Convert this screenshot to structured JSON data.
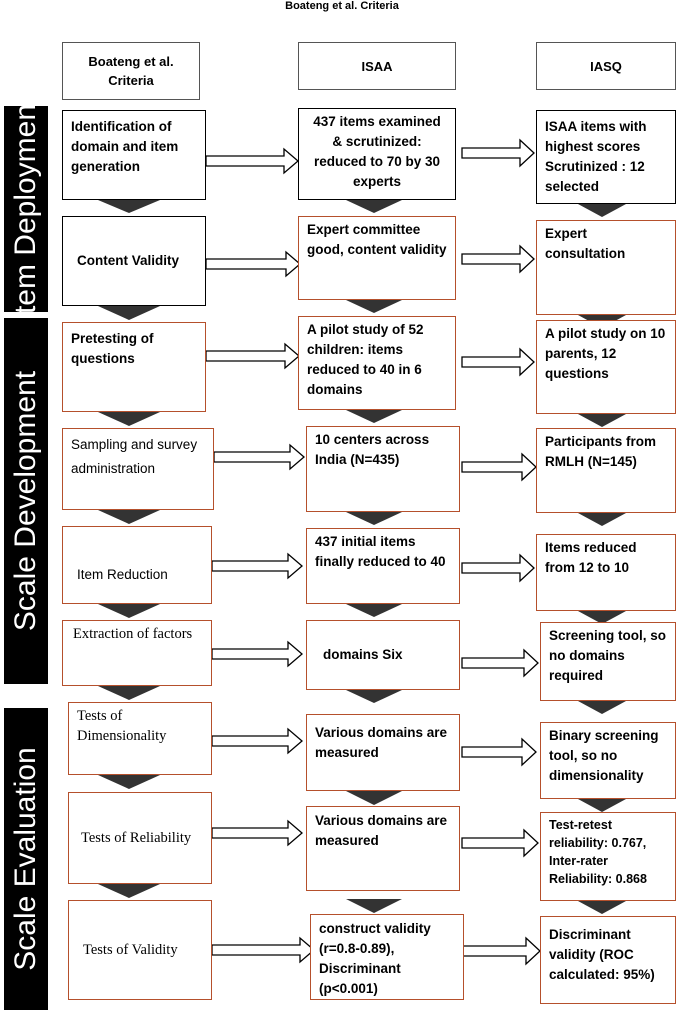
{
  "title": "Boateng et al. Criteria",
  "columns": {
    "left": "Boateng et al.\nCriteria",
    "mid": "ISAA",
    "right": "IASQ"
  },
  "phases": [
    {
      "label": "Item Deployment"
    },
    {
      "label": "Scale Development"
    },
    {
      "label": "Scale Evaluation"
    }
  ],
  "rows": [
    {
      "left": "Identification of domain and item generation",
      "mid": "437 items examined & scrutinized: reduced to 70 by 30 experts",
      "right": "ISAA items with highest scores Scrutinized : 12 selected"
    },
    {
      "left": "Content Validity",
      "mid": "Expert committee good, content validity",
      "right": "Expert consultation"
    },
    {
      "left": "Pretesting of questions",
      "mid": "A pilot study of 52 children: items reduced to 40 in 6 domains",
      "right": "A pilot study on 10 parents, 12 questions"
    },
    {
      "left": "Sampling and survey administration",
      "mid": "10 centers across India (N=435)",
      "right": "Participants from RMLH (N=145)"
    },
    {
      "left": "Item Reduction",
      "mid": "437 initial items finally reduced to 40",
      "right": "Items reduced from 12 to 10"
    },
    {
      "left": "Extraction of factors",
      "mid": "domains Six",
      "right": "Screening tool, so no domains required"
    },
    {
      "left": "Tests of Dimensionality",
      "mid": "Various domains are measured",
      "right": "Binary screening tool, so no dimensionality"
    },
    {
      "left": "Tests of Reliability",
      "mid": "Various domains are measured",
      "right": "Test-retest reliability: 0.767, Inter-rater Reliability: 0.868"
    },
    {
      "left": "Tests of Validity",
      "mid": "construct validity (r=0.8-0.89), Discriminant (p<0.001)",
      "right": "Discriminant validity (ROC calculated: 95%)"
    }
  ]
}
